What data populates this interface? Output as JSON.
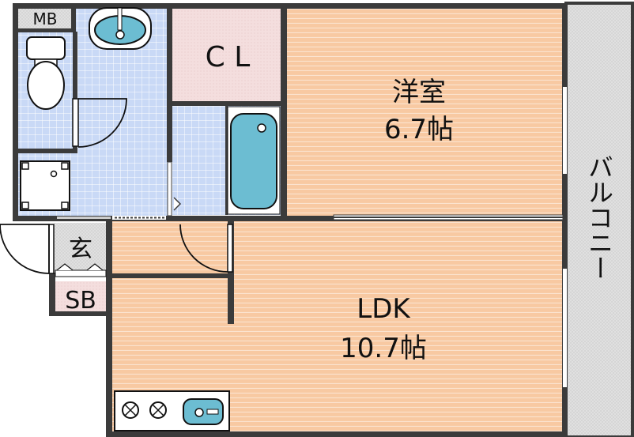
{
  "rooms": {
    "mb": "MB",
    "closet": "C L",
    "western_room": {
      "name": "洋室",
      "size": "6.7帖"
    },
    "ldk": {
      "name": "LDK",
      "size": "10.7帖"
    },
    "entrance": "玄",
    "shoe_box": "SB",
    "balcony": "バルコニー"
  },
  "colors": {
    "wall": "#3b3b3b",
    "wet_area": "#c9d9f6",
    "wood_floor": "#f8c9a2",
    "closet": "#f4dede",
    "entrance": "#dcdcdc",
    "fixture": "#6cbdd2"
  }
}
